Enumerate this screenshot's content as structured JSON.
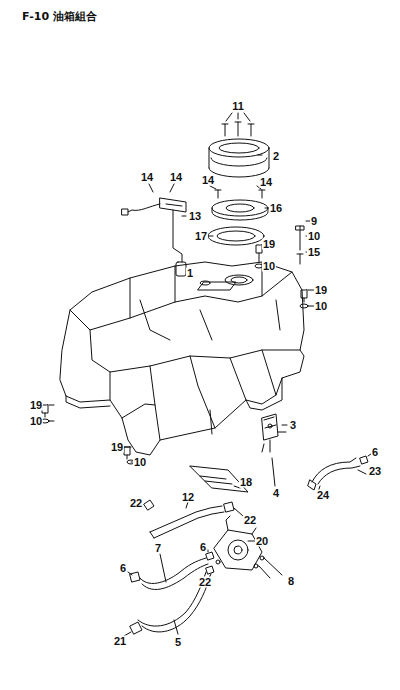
{
  "diagram": {
    "title": "F-10 油箱組合",
    "labels": [
      "11",
      "2",
      "14",
      "14",
      "14",
      "14",
      "13",
      "16",
      "9",
      "17",
      "10",
      "15",
      "19",
      "10",
      "1",
      "19",
      "10",
      "19",
      "10",
      "19",
      "10",
      "3",
      "6",
      "23",
      "24",
      "4",
      "22",
      "12",
      "18",
      "22",
      "20",
      "6",
      "7",
      "8",
      "22",
      "6",
      "5",
      "21"
    ]
  }
}
